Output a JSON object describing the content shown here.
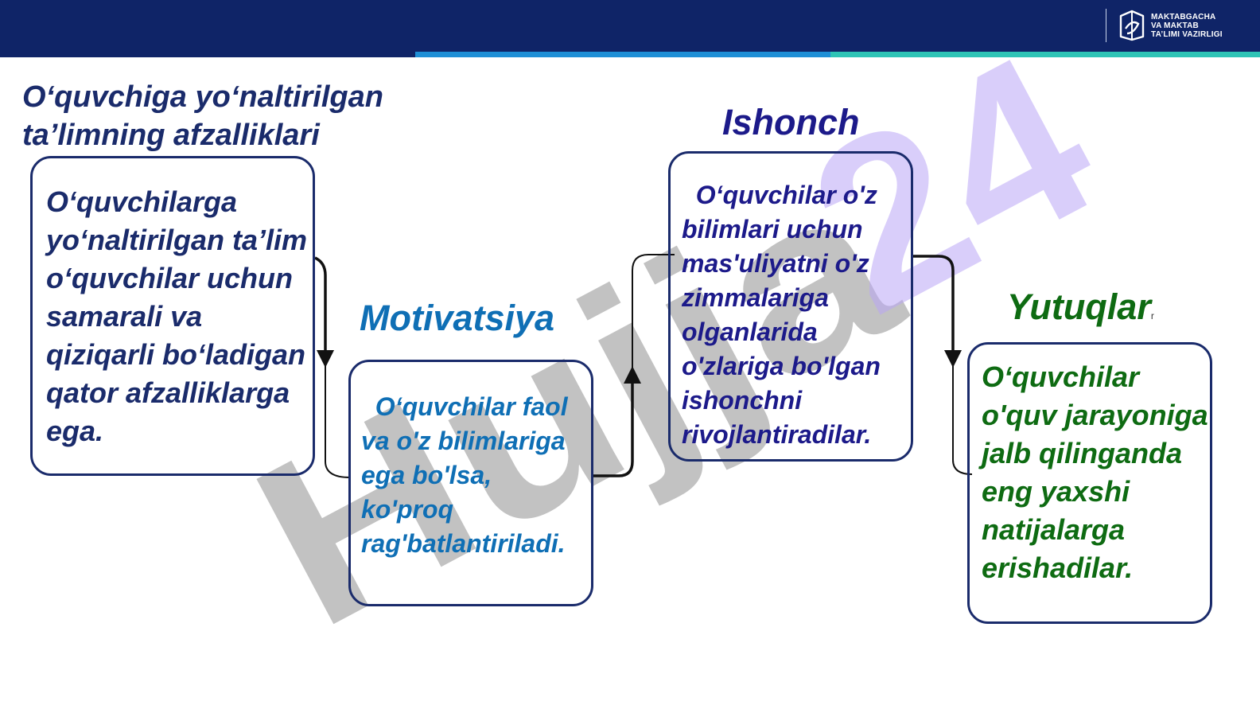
{
  "header": {
    "logo": {
      "icon": "book-icon",
      "line1": "MAKTABGACHA",
      "line2": "VA MAKTAB",
      "line3": "TA’LIMI VAZIRLIGI"
    },
    "colors": {
      "bar": "#0f2467",
      "stripe1": "#0f2467",
      "stripe2": "#1e8fd6",
      "stripe3": "#2ec4b6"
    }
  },
  "watermark": {
    "text": "Hujjat24"
  },
  "slide": {
    "title": "O‘quvchiga yo‘naltirilgan ta’limning afzalliklari",
    "box1": {
      "text": "O‘quvchilarga yo‘naltirilgan ta’lim o‘quvchilar uchun samarali va qiziqarli bo‘ladigan qator afzalliklarga ega.",
      "color": "#1a2b6b"
    },
    "motivation": {
      "label": "Motivatsiya",
      "text": "  O‘quvchilar faol va o'z bilimlariga ega bo'lsa, ko'proq rag'batlantiriladi.",
      "color": "#0f6fb5"
    },
    "trust": {
      "label": "Ishonch",
      "text": "  O‘quvchilar o'z bilimlari uchun mas'uliyatni o'z zimmalariga olganlarida o'zlariga bo'lgan ishonchni rivojlantiradilar.",
      "color": "#1c1a8a"
    },
    "achievements": {
      "label": "Yutuqlar",
      "suffix": "r",
      "text": "O‘quvchilar o'quv jarayoniga jalb qilinganda eng yaxshi natijalarga erishadilar.",
      "color": "#0e6b12"
    }
  }
}
